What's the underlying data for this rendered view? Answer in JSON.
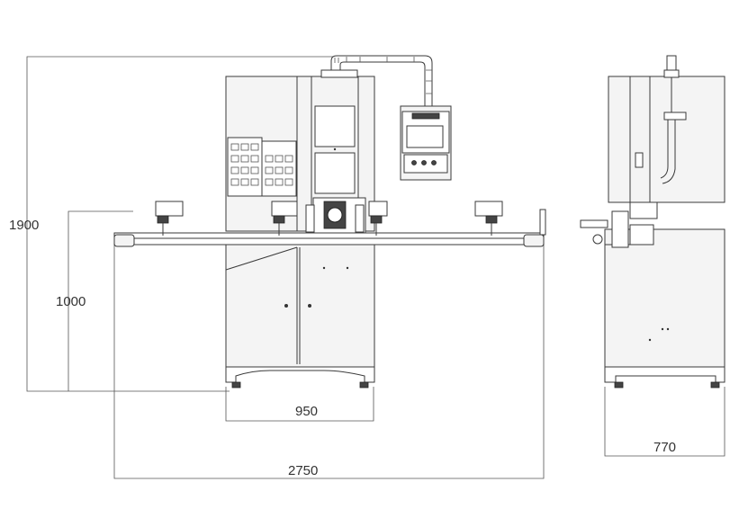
{
  "dimensions": {
    "total_height": "1900",
    "table_height": "1000",
    "cabinet_width": "950",
    "total_width": "2750",
    "side_depth": "770"
  },
  "colors": {
    "line": "#3a3a3a",
    "panel_fill": "#f4f4f4",
    "background": "#ffffff"
  }
}
